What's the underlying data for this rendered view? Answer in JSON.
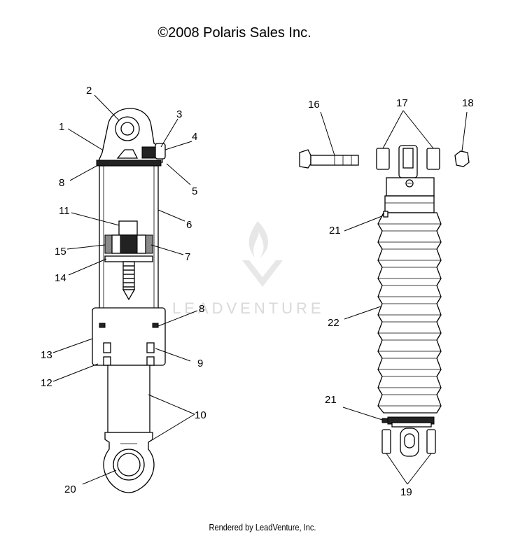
{
  "header": {
    "copyright": "©2008 Polaris Sales Inc."
  },
  "footer": {
    "rendered_by": "Rendered by LeadVenture, Inc."
  },
  "watermark": {
    "text": "LEADVENTURE",
    "color": "#d9d9d9"
  },
  "callouts": [
    "1",
    "2",
    "3",
    "4",
    "5",
    "6",
    "7",
    "8",
    "8",
    "9",
    "10",
    "11",
    "12",
    "13",
    "14",
    "15",
    "16",
    "17",
    "18",
    "19",
    "20",
    "21",
    "21",
    "22"
  ]
}
